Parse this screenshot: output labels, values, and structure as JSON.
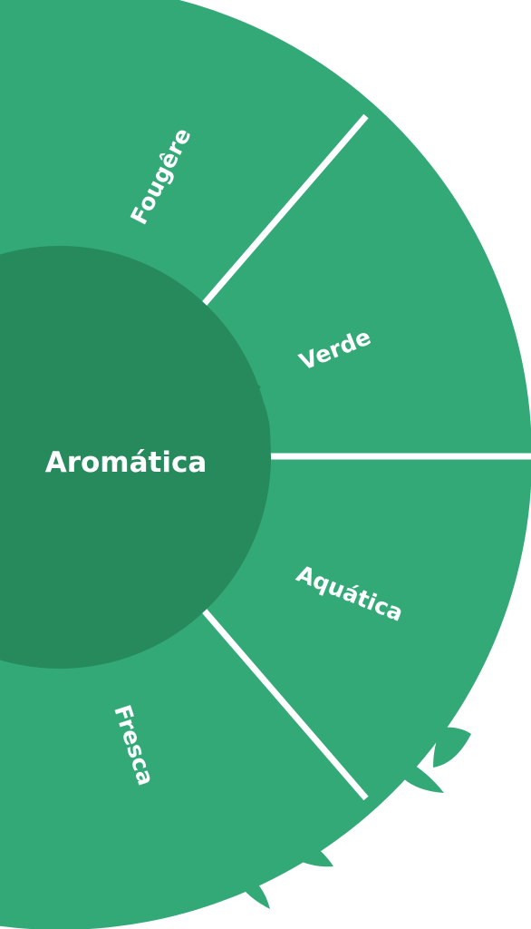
{
  "center": {
    "label": "Aromática",
    "color": "#268a5c"
  },
  "ring_color": "#33a978",
  "divider_color": "#ffffff",
  "segments": [
    {
      "label": "Fougêre"
    },
    {
      "label": "Verde"
    },
    {
      "label": "Aquática"
    },
    {
      "label": "Fresca"
    }
  ]
}
